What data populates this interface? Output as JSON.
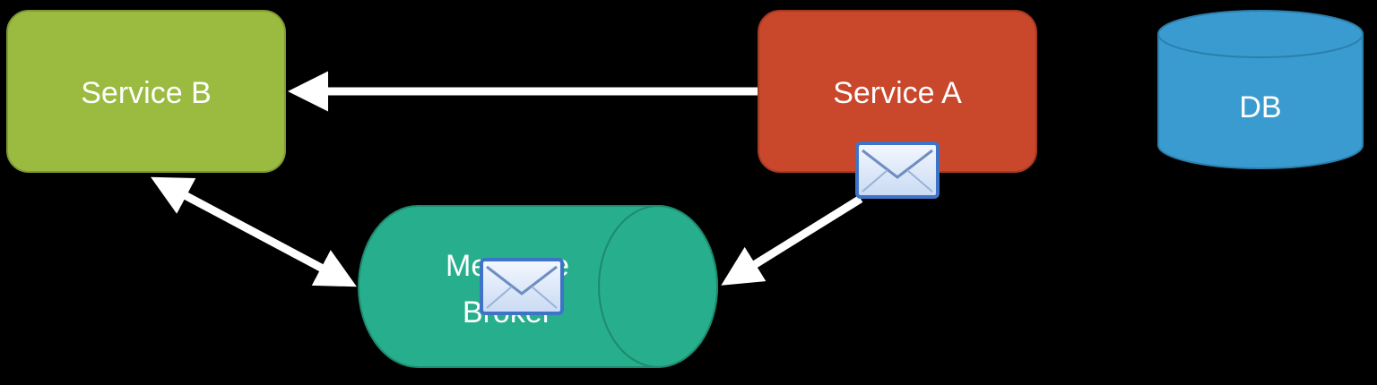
{
  "diagram": {
    "colors": {
      "background": "#000000",
      "service_b": "#9bbb40",
      "service_a": "#c9472b",
      "db": "#3a9bd0",
      "broker": "#27ae8c",
      "arrow": "#ffffff",
      "text": "#ffffff"
    },
    "nodes": {
      "service_b": {
        "label": "Service B"
      },
      "service_a": {
        "label": "Service A"
      },
      "db": {
        "label": "DB"
      },
      "broker": {
        "label_line1": "Message",
        "label_line2": "Broker"
      }
    },
    "icons": {
      "message_a": "envelope-icon",
      "message_broker": "envelope-icon"
    },
    "edges": [
      {
        "from": "Service A",
        "to": "Service B",
        "direction": "one-way"
      },
      {
        "from": "Service B",
        "to": "Message Broker",
        "direction": "two-way"
      },
      {
        "from": "Service A",
        "to": "Message Broker",
        "direction": "one-way"
      }
    ]
  }
}
